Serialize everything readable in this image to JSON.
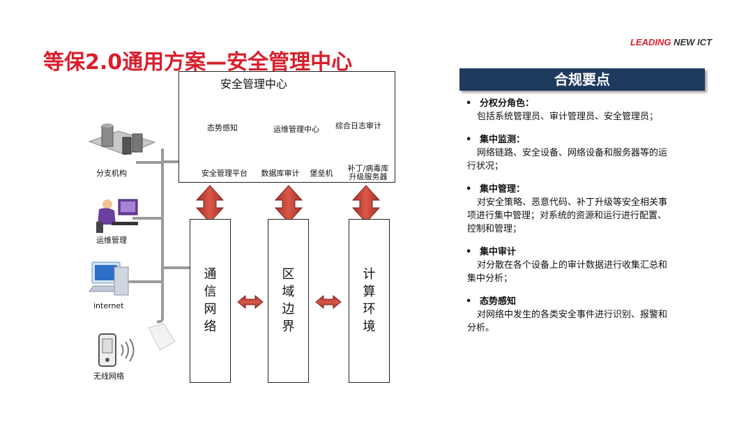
{
  "title": "等保2.0通用方案—安全管理中心",
  "brand": {
    "lead": "LEADING",
    "rest": " NEW ICT"
  },
  "center": {
    "title": "安全管理中心",
    "icons": [
      {
        "label": "态势感知",
        "icon": "cloud-situation-icon"
      },
      {
        "label": "运维管理中心",
        "icon": "ops-monitor-icon"
      },
      {
        "label": "综合日志审计",
        "icon": "log-audit-icon"
      },
      {
        "label": "安全管理平台",
        "icon": "management-platform-icon"
      },
      {
        "label": "数据库审计",
        "icon": "database-audit-icon"
      },
      {
        "label": "堡垒机",
        "icon": "bastion-host-icon"
      },
      {
        "label": "补丁/病毒库",
        "label2": "升级服务器",
        "icon": "patch-server-icon"
      }
    ]
  },
  "columns": [
    {
      "chars": [
        "通",
        "信",
        "网",
        "络"
      ]
    },
    {
      "chars": [
        "区",
        "域",
        "边",
        "界"
      ]
    },
    {
      "chars": [
        "计",
        "算",
        "环",
        "境"
      ]
    }
  ],
  "left_nodes": [
    {
      "label": "分支机构",
      "icon": "branch-servers-icon"
    },
    {
      "label": "运维管理",
      "icon": "operator-workstation-icon"
    },
    {
      "label": "internet",
      "icon": "internet-computer-icon"
    },
    {
      "label": "无线网络",
      "icon": "wireless-phone-icon"
    }
  ],
  "requirements": {
    "header": "合规要点",
    "items": [
      {
        "title": "分权分角色：",
        "lines": [
          "包括系统管理员、审计管理员、安全管理员；"
        ]
      },
      {
        "title": "集中监测：",
        "lines": [
          "网络链路、安全设备、网络设备和服务器等的运",
          "行状况；"
        ]
      },
      {
        "title": "集中管理：",
        "lines": [
          "对安全策略、恶意代码、补丁升级等安全相关事",
          "项进行集中管理；对系统的资源和运行进行配置、",
          "控制和管理；"
        ]
      },
      {
        "title": "集中审计",
        "lines": [
          "对分散在各个设备上的审计数据进行收集汇总和",
          "集中分析；"
        ]
      },
      {
        "title": "态势感知",
        "lines": [
          "对网络中发生的各类安全事件进行识别、报警和",
          "分析。"
        ]
      }
    ]
  },
  "colors": {
    "title_red": "#d81e2c",
    "header_navy": "#1f3a5f",
    "arrow_red": "#c0392b"
  }
}
